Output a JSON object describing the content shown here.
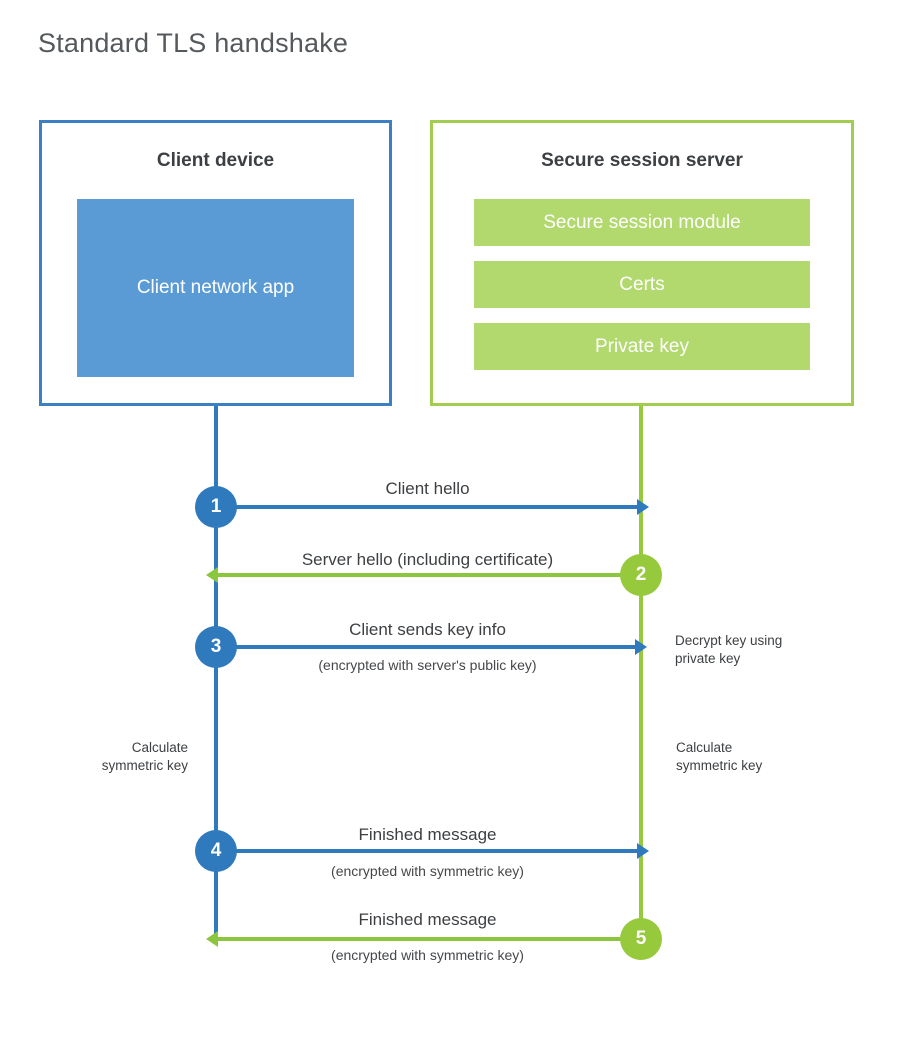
{
  "title": "Standard TLS handshake",
  "colors": {
    "client_accent": "#2f79bd",
    "client_border": "#3b7fc4",
    "client_app_fill": "#5b9bd5",
    "server_accent": "#8cc63e",
    "server_border": "#a3cd4e",
    "server_bar_fill": "#b2d96e",
    "text": "#3d4043",
    "title_text": "#55595c",
    "background": "#ffffff"
  },
  "participants": {
    "client": {
      "title": "Client device",
      "app_label": "Client network app"
    },
    "server": {
      "title": "Secure session server",
      "modules": [
        "Secure session module",
        "Certs",
        "Private key"
      ]
    }
  },
  "steps": [
    {
      "number": "1",
      "direction": "client-to-server",
      "color": "blue",
      "primary": "Client hello",
      "secondary": ""
    },
    {
      "number": "2",
      "direction": "server-to-client",
      "color": "green",
      "primary": "Server hello (including certificate)",
      "secondary": ""
    },
    {
      "number": "3",
      "direction": "client-to-server",
      "color": "blue",
      "primary": "Client sends key info",
      "secondary": "(encrypted with server's public key)"
    },
    {
      "number": "4",
      "direction": "client-to-server",
      "color": "blue",
      "primary": "Finished message",
      "secondary": "(encrypted with symmetric key)"
    },
    {
      "number": "5",
      "direction": "server-to-client",
      "color": "green",
      "primary": "Finished message",
      "secondary": "(encrypted with symmetric key)"
    }
  ],
  "annotations": {
    "server_decrypt": "Decrypt key using\nprivate key",
    "client_calculate": "Calculate\nsymmetric key",
    "server_calculate": "Calculate\nsymmetric key"
  }
}
